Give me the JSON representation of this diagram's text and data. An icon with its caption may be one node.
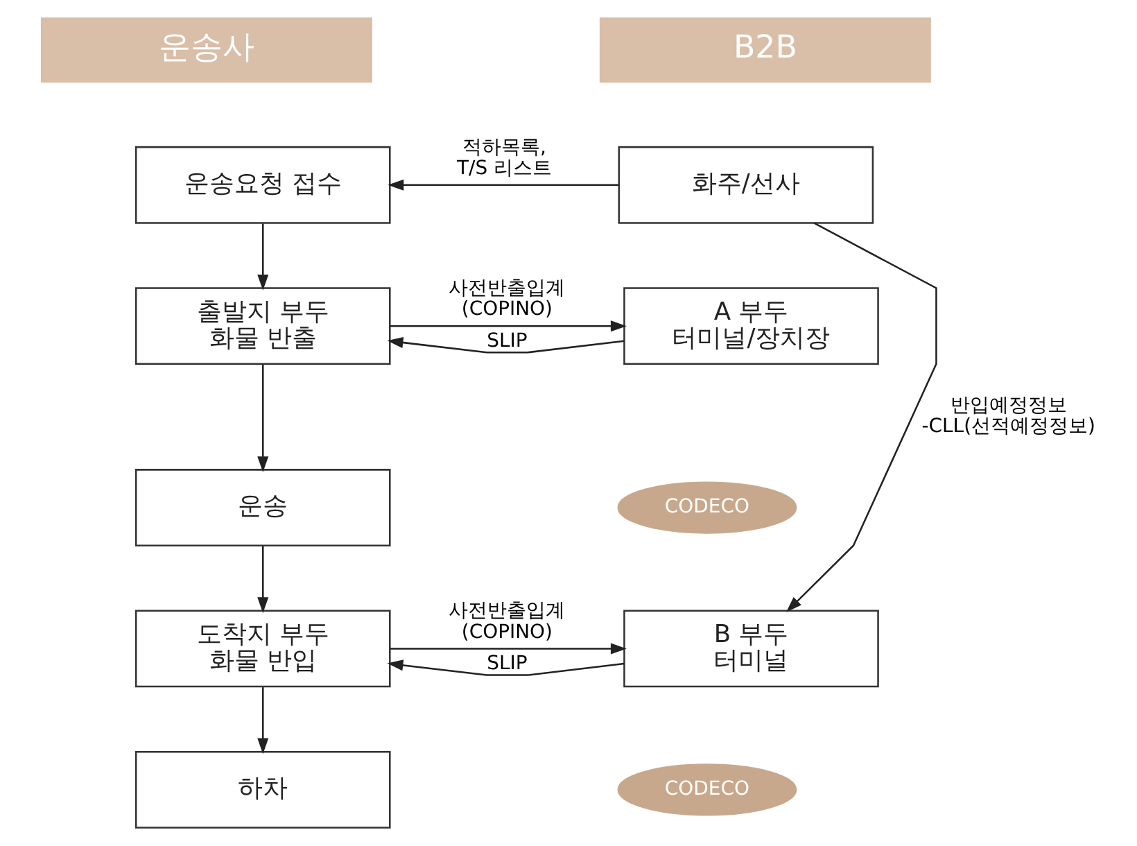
{
  "diagram": {
    "nodes": [
      {
        "text": [
          "운송사"
        ]
      },
      {
        "text": [
          "B2B"
        ]
      },
      {
        "text": [
          "운송요청 접수"
        ]
      },
      {
        "text": [
          "화주/선사"
        ]
      },
      {
        "text": [
          "출발지 부두 화물 반출"
        ]
      },
      {
        "text": [
          "A 부두 터미널/장치장"
        ]
      },
      {
        "text": [
          "CODECO"
        ]
      },
      {
        "text": [
          "운송"
        ]
      },
      {
        "text": [
          "도착지 부두 화물 반입"
        ]
      },
      {
        "text": [
          "B 부두 터미널"
        ]
      },
      {
        "text": [
          "CODECO"
        ]
      },
      {
        "text": [
          "하차"
        ]
      }
    ],
    "edges": [
      {
        "from": 3,
        "to": 2,
        "arrow": "to",
        "label": "적하목록, T/S 리스트"
      },
      {
        "from": 2,
        "to": 4,
        "arrow": "to"
      },
      {
        "from": 4,
        "to": 5,
        "arrow": "to",
        "label": "사전반출입계 (COPINO)"
      },
      {
        "from": 5,
        "to": 4,
        "arrow": "to",
        "label": "SLIP"
      },
      {
        "from": 4,
        "to": 7,
        "arrow": "to"
      },
      {
        "from": 7,
        "to": 8,
        "arrow": "to"
      },
      {
        "from": 8,
        "to": 9,
        "arrow": "to",
        "label": "사전반출입계 (COPINO)"
      },
      {
        "from": 9,
        "to": 8,
        "arrow": "to",
        "label": "SLIP"
      },
      {
        "from": 8,
        "to": 11,
        "arrow": "to"
      },
      {
        "from": 3,
        "to": 9,
        "arrow": "to",
        "label": "반입예정정보 -CLL(선적예정정보)"
      }
    ]
  }
}
